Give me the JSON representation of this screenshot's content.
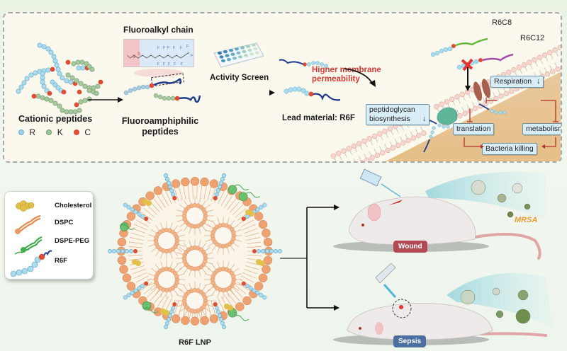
{
  "top_panel": {
    "cationic": {
      "title": "Cationic peptides",
      "legend": [
        {
          "symbol": "R",
          "color": "#9fd4ea"
        },
        {
          "symbol": "K",
          "color": "#9cc59a"
        },
        {
          "symbol": "C",
          "color": "#e04b33"
        }
      ]
    },
    "fluoroalkyl": {
      "title": "Fluoroalkyl chain",
      "structure_labels": {
        "sulfur": "S",
        "fluorine": "F"
      }
    },
    "fluoroamphiphilic": {
      "title_line1": "Fluoroamphiphilic",
      "title_line2": "peptides"
    },
    "activity_screen": {
      "title": "Activity Screen"
    },
    "lead": {
      "title": "Lead material: R6F"
    },
    "permeability": {
      "line1": "Higher membrane",
      "line2": "permeability"
    },
    "variants": [
      {
        "label": "R6C8",
        "color": "#6ab83a"
      },
      {
        "label": "R6C12",
        "color": "#a14fa5"
      }
    ],
    "mechanisms": {
      "respiration": "Respiration",
      "peptidoglycan_line1": "peptidoglycan",
      "peptidoglycan_line2": "biosynthesis",
      "translation": "translation",
      "metabolism": "metabolism",
      "killing": "Bacteria killing",
      "down_arrow": "↓"
    }
  },
  "legend": {
    "items": [
      {
        "label": "Cholesterol",
        "color": "#e2c04a"
      },
      {
        "label": "DSPC",
        "color": "#e38a4f"
      },
      {
        "label": "DSPE-PEG",
        "color": "#3fa54b"
      },
      {
        "label": "R6F",
        "color": "#9fd4ea"
      }
    ]
  },
  "lnp": {
    "title": "R6F LNP"
  },
  "models": {
    "wound": {
      "label": "Wound",
      "color": "#b24a55"
    },
    "sepsis": {
      "label": "Sepsis",
      "color": "#4a6fa0"
    },
    "pathogen": {
      "label": "MRSA",
      "color": "#e69a2e"
    }
  }
}
